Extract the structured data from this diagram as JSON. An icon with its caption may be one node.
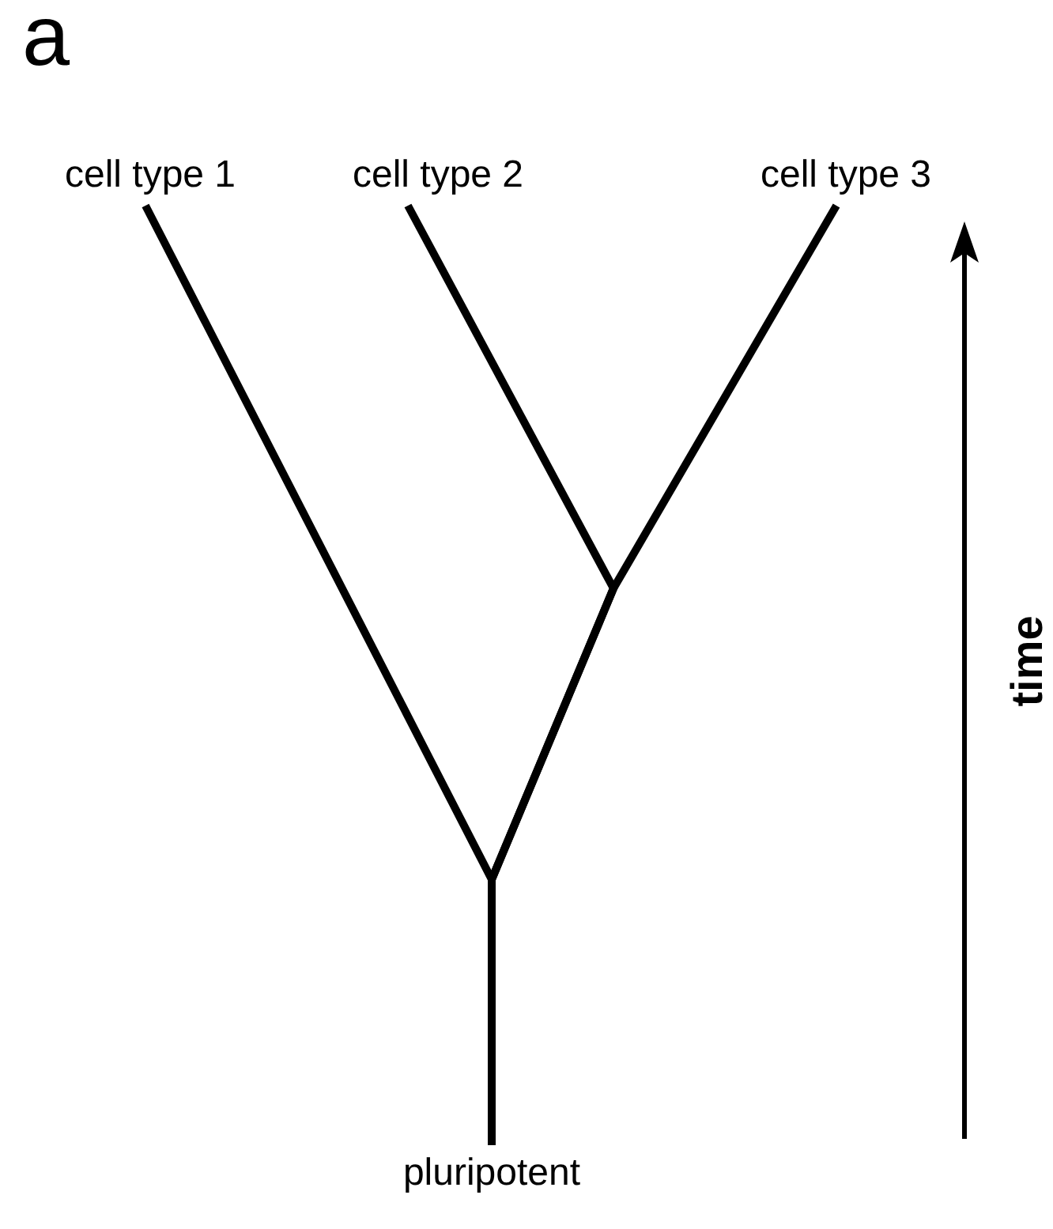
{
  "diagram": {
    "nodes": [
      {
        "text": [
          "pluripotent"
        ]
      },
      {
        "text": [
          "cell type 1"
        ]
      },
      {
        "text": [
          "cell type 2"
        ]
      },
      {
        "text": [
          "cell type 3"
        ]
      }
    ],
    "edges": [
      {
        "from": 0,
        "to": 1,
        "arrow": "none"
      },
      {
        "from": 0,
        "to": 2,
        "arrow": "none"
      },
      {
        "from": 0,
        "to": 3,
        "arrow": "none"
      }
    ],
    "labels": [
      "a",
      "time"
    ]
  }
}
